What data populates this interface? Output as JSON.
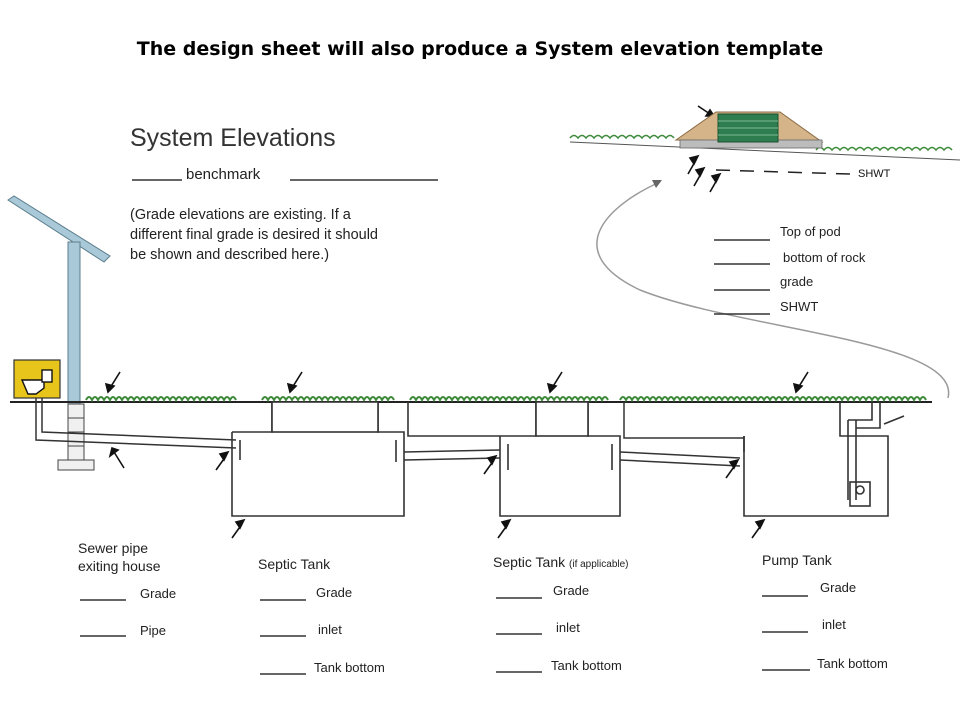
{
  "slide": {
    "title": "The design sheet will also produce a System elevation template"
  },
  "template": {
    "heading": "System Elevations",
    "benchmark_label": "benchmark",
    "note_lines": [
      "(Grade elevations are existing.  If a",
      "different final grade is desired it should",
      "be shown and described here.)"
    ]
  },
  "pod": {
    "shwt_label": "SHWT",
    "fields": [
      "Top of pod",
      "bottom of rock",
      "grade",
      "SHWT"
    ]
  },
  "sections": [
    {
      "title_lines": [
        "Sewer pipe",
        "exiting house"
      ],
      "qualifier": "",
      "fields": [
        "Grade",
        "Pipe"
      ]
    },
    {
      "title_lines": [
        "Septic Tank"
      ],
      "qualifier": "",
      "fields": [
        "Grade",
        "inlet",
        "Tank bottom"
      ]
    },
    {
      "title_lines": [
        "Septic Tank"
      ],
      "qualifier": "(if applicable)",
      "fields": [
        "Grade",
        "inlet",
        "Tank bottom"
      ]
    },
    {
      "title_lines": [
        "Pump Tank"
      ],
      "qualifier": "",
      "fields": [
        "Grade",
        "inlet",
        "Tank bottom"
      ]
    }
  ],
  "colors": {
    "grass": "#3d8a3a",
    "pod_roof": "#2e7d4f",
    "pod_sand": "#d6b48a",
    "house_post": "#a9c9d9",
    "house_roof": "#a9c9d9",
    "toilet_bg": "#e8c51a",
    "curve": "#9a9a9a"
  }
}
